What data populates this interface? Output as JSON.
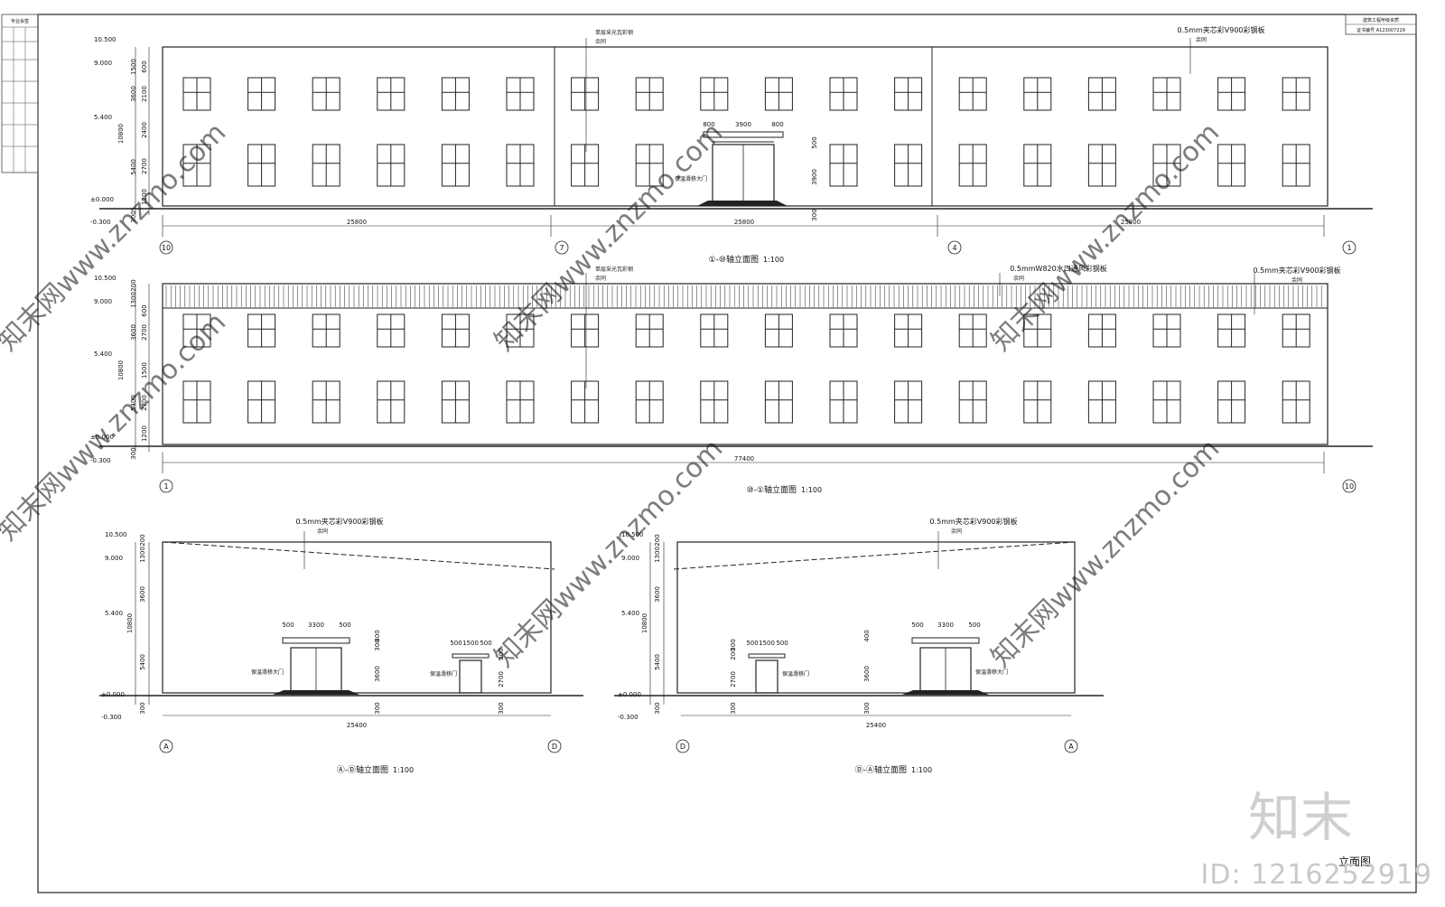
{
  "title_block_left": {
    "label": "专业会签"
  },
  "title_block_right": {
    "line1": "建筑工程甲级资质",
    "line2": "证书编号 A123007229"
  },
  "elevations": [
    {
      "caption": "①-⑩轴立面图",
      "scale": "1:100",
      "levels": [
        "10.500",
        "9.000",
        "5.400",
        "±0.000",
        "-0.300"
      ],
      "vertical_dims": [
        "1500",
        "3600",
        "5400",
        "10800",
        "300"
      ],
      "detail_dims": [
        "600",
        "2100",
        "2400",
        "2700",
        "1200"
      ],
      "horizontal_dims": [
        "25800",
        "25800",
        "25800"
      ],
      "axes": [
        "10",
        "7",
        "4",
        "1"
      ],
      "door_dims": [
        "800",
        "3900",
        "800"
      ],
      "door_side_dims": [
        "500",
        "3900",
        "300"
      ],
      "door_label": "保温滑移大门",
      "annotations": [
        "0.5mm夹芯彩V900彩钢板",
        "余同",
        "单层采光瓦彩钢"
      ]
    },
    {
      "caption": "⑩-①轴立面图",
      "scale": "1:100",
      "levels": [
        "10.500",
        "9.000",
        "5.400",
        "±0.000",
        "-0.300"
      ],
      "vertical_dims": [
        "1300",
        "3600",
        "5400",
        "10800",
        "300",
        "200"
      ],
      "detail_dims": [
        "600",
        "2700",
        "1500",
        "2700",
        "1200"
      ],
      "horizontal_dims": [
        "77400"
      ],
      "axes": [
        "1",
        "10"
      ],
      "annotations": [
        "0.5mmW820水口通风彩钢板",
        "0.5mm夹芯彩V900彩钢板",
        "余同",
        "单层采光瓦彩钢"
      ]
    },
    {
      "caption": "Ⓐ-Ⓓ轴立面图",
      "scale": "1:100",
      "levels": [
        "10.500",
        "9.000",
        "5.400",
        "±0.000",
        "-0.300"
      ],
      "vertical_dims": [
        "200",
        "1300",
        "3600",
        "5400",
        "10800",
        "300"
      ],
      "horizontal_dims": [
        "25400"
      ],
      "axes": [
        "A",
        "D"
      ],
      "door_big_dims": [
        "500",
        "3300",
        "500"
      ],
      "door_small_dims": [
        "500",
        "1500",
        "500"
      ],
      "side_dims": [
        "400",
        "300",
        "3600",
        "300",
        "2700",
        "200",
        "300"
      ],
      "door_big_label": "保温滑移大门",
      "door_small_label": "保温滑移门",
      "annotations": [
        "0.5mm夹芯彩V900彩钢板",
        "余同"
      ]
    },
    {
      "caption": "Ⓓ-Ⓐ轴立面图",
      "scale": "1:100",
      "levels": [
        "10.500",
        "9.000",
        "5.400",
        "±0.000",
        "-0.300"
      ],
      "vertical_dims": [
        "200",
        "1300",
        "3600",
        "5400",
        "10800",
        "300"
      ],
      "horizontal_dims": [
        "25400"
      ],
      "axes": [
        "D",
        "A"
      ],
      "door_big_dims": [
        "500",
        "3300",
        "500"
      ],
      "door_small_dims": [
        "500",
        "1500",
        "500"
      ],
      "side_dims": [
        "300",
        "200",
        "2700",
        "300",
        "400",
        "300",
        "3600"
      ],
      "door_big_label": "保温滑移大门",
      "door_small_label": "保温滑移门",
      "annotations": [
        "0.5mm夹芯彩V900彩钢板",
        "余同"
      ]
    }
  ],
  "sheet_label": "立面图",
  "watermark": {
    "text": "知末网www.znzmo.com",
    "logo": "知末",
    "id": "ID: 1216252919"
  }
}
